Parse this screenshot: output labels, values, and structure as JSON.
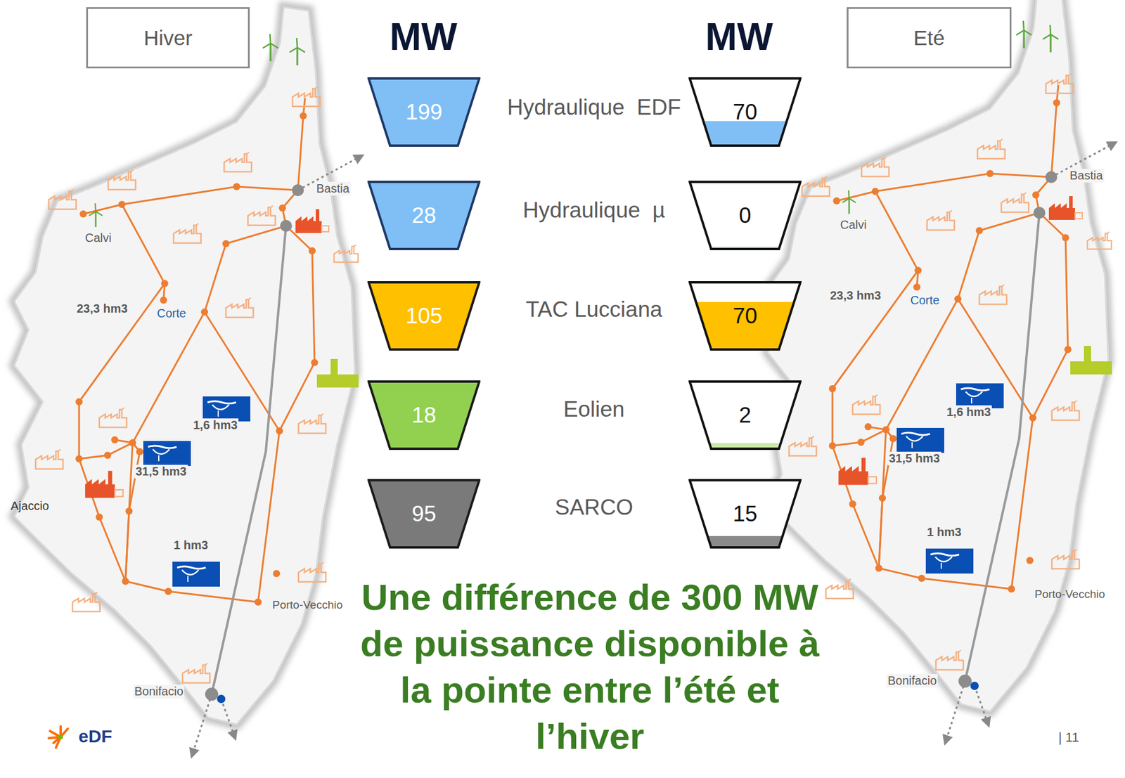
{
  "diagram": {
    "caption": "Une différence de 300 MW de puissance disponible à la pointe entre l’été et l’hiver",
    "nodes": [
      {
        "text": [
          "Hiver"
        ]
      },
      {
        "text": [
          "Eté"
        ]
      },
      {
        "text": [
          "199"
        ]
      },
      {
        "text": [
          "70"
        ]
      },
      {
        "text": [
          "28"
        ]
      },
      {
        "text": [
          "0"
        ]
      },
      {
        "text": [
          "105"
        ]
      },
      {
        "text": [
          "70"
        ]
      },
      {
        "text": [
          "18"
        ]
      },
      {
        "text": [
          "2"
        ]
      },
      {
        "text": [
          "95"
        ]
      },
      {
        "text": [
          "15"
        ]
      }
    ],
    "labels": [
      "MW",
      "MW",
      "Hydraulique  EDF",
      "Hydraulique  µ",
      "TAC Lucciana",
      "Eolien",
      "SARCO",
      "Bastia",
      "Calvi",
      "23,3 hm3",
      "Corte",
      "1,6 hm3",
      "31,5 hm3",
      "Ajaccio",
      "1 hm3",
      "Porto-Vecchio",
      "Bonifacio",
      "Bastia",
      "Calvi",
      "23,3 hm3",
      "Corte",
      "1,6 hm3",
      "31,5 hm3",
      "1 hm3",
      "Porto-Vecchio",
      "Bonifacio",
      "eDF",
      "| 11"
    ]
  }
}
